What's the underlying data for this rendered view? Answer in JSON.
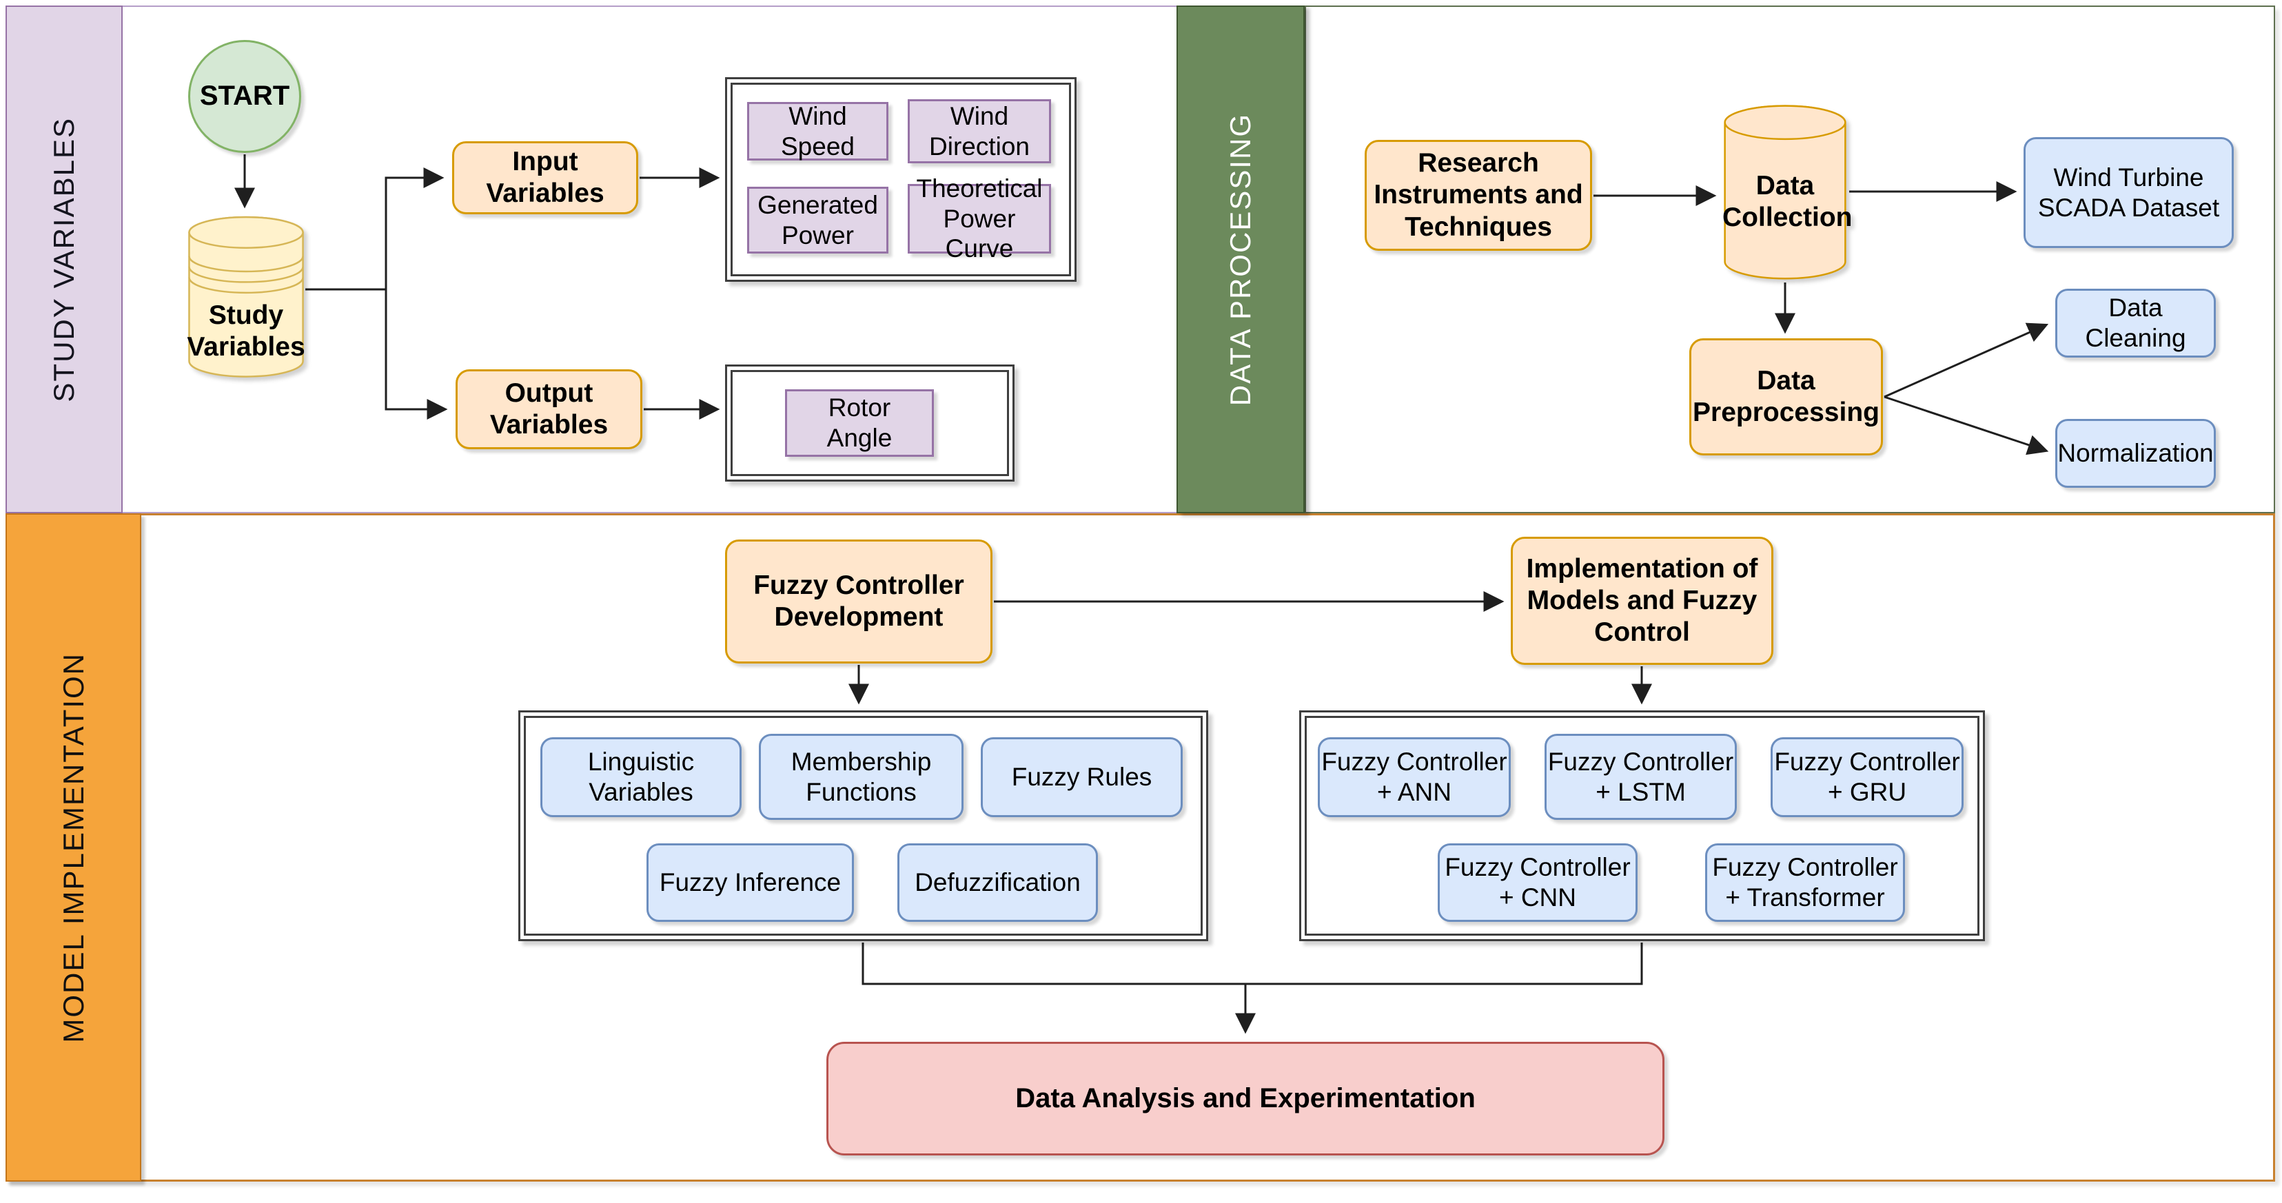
{
  "sections": {
    "study_variables": {
      "label": "STUDY VARIABLES"
    },
    "data_processing": {
      "label": "DATA PROCESSING"
    },
    "model_implementation": {
      "label": "MODEL IMPLEMENTATION"
    }
  },
  "nodes": {
    "start": "START",
    "study_db": "Study\nVariables",
    "input_variables": "Input Variables",
    "wind_speed": "Wind Speed",
    "wind_direction": "Wind\nDirection",
    "generated_power": "Generated\nPower",
    "theoretical_power_curve": "Theoretical\nPower Curve",
    "output_variables": "Output\nVariables",
    "rotor_angle": "Rotor\nAngle",
    "research_instruments": "Research\nInstruments and\nTechniques",
    "data_collection": "Data\nCollection",
    "scada_dataset": "Wind Turbine\nSCADA Dataset",
    "data_preprocessing": "Data\nPreprocessing",
    "data_cleaning": "Data Cleaning",
    "normalization": "Normalization",
    "fuzzy_controller_development": "Fuzzy Controller\nDevelopment",
    "implementation_models": "Implementation of\nModels and Fuzzy\nControl",
    "linguistic_variables": "Linguistic\nVariables",
    "membership_functions": "Membership\nFunctions",
    "fuzzy_rules": "Fuzzy Rules",
    "fuzzy_inference": "Fuzzy Inference",
    "defuzzification": "Defuzzification",
    "fc_ann": "Fuzzy Controller\n+ ANN",
    "fc_lstm": "Fuzzy Controller\n+ LSTM",
    "fc_gru": "Fuzzy Controller\n+ GRU",
    "fc_cnn": "Fuzzy Controller\n+ CNN",
    "fc_transformer": "Fuzzy Controller\n+ Transformer",
    "data_analysis": "Data Analysis and Experimentation"
  },
  "palette": {
    "lavender_fill": "#E1D5E7",
    "purple_border": "#9673A6",
    "green_bar_fill": "#6C8A5C",
    "orange_sidebar_fill": "#F5A43B",
    "orange_node_fill": "#FFE6CC",
    "orange_node_border": "#D79B00",
    "yellow_cylinder_fill": "#FFF2CC",
    "yellow_cylinder_border": "#D6B656",
    "blue_node_fill": "#DAE8FC",
    "blue_node_border": "#6C8EBF",
    "green_circle_fill": "#D5E8D4",
    "green_circle_border": "#82B366",
    "pink_fill": "#F8CECC",
    "pink_border": "#B85450",
    "connector_color": "#1f1f1f"
  }
}
